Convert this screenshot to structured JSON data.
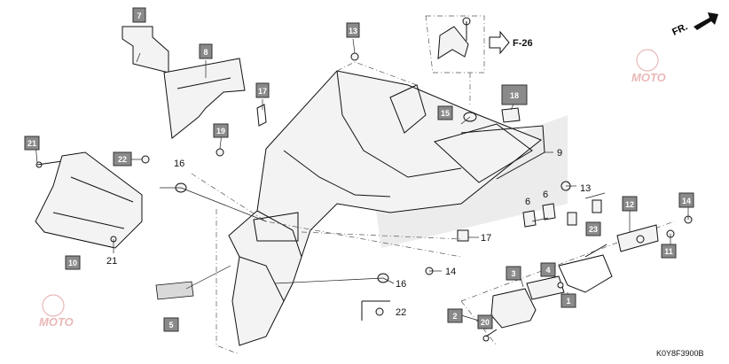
{
  "diagram": {
    "diagram_code": "K0Y8F3900B",
    "ref_label": "F-26",
    "direction_label": "FR.",
    "watermark_text": "MOTO",
    "callouts_boxed": [
      "7",
      "8",
      "13",
      "17",
      "19",
      "18",
      "15",
      "21",
      "22",
      "10",
      "5",
      "12",
      "23",
      "14",
      "11",
      "3",
      "4",
      "1",
      "2",
      "20"
    ],
    "callouts_plain": [
      "9",
      "16",
      "13",
      "6",
      "6",
      "17",
      "14",
      "16",
      "22",
      "21"
    ]
  }
}
